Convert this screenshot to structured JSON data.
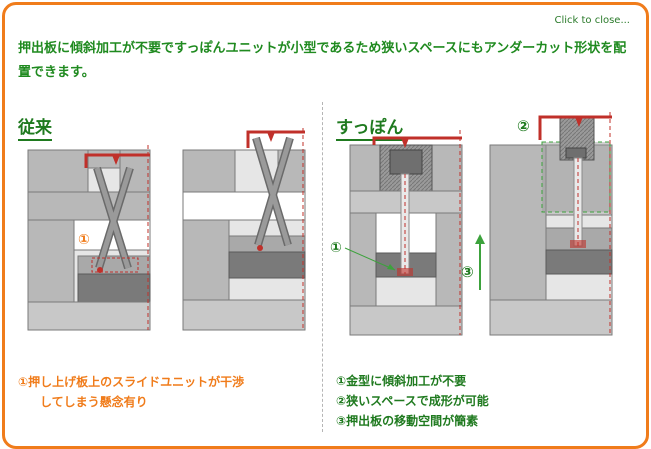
{
  "close_label": "Click to close...",
  "headline": "押出板に傾斜加工が不要ですっぽんユニットが小型であるため狭いスペースにもアンダーカット形状を配置できます。",
  "sections": {
    "conventional": "従来",
    "suppon": "すっぽん"
  },
  "markers": {
    "m1": "①",
    "m2": "②",
    "m3": "③"
  },
  "conventional_note": {
    "line1": "①押し上げ板上のスライドユニットが干渉",
    "line2": "してしまう懸念有り"
  },
  "suppon_notes": [
    "①金型に傾斜加工が不要",
    "②狭いスペースで成形が可能",
    "③押出板の移動空間が簡素"
  ],
  "colors": {
    "frame": "#f07c1b",
    "green_text": "#1f7a1f",
    "orange_text": "#f07c1b",
    "part_red": "#c0302a",
    "mold_gray": "#b8b8b8",
    "plate_dark": "#7a7a7a",
    "arrow_green": "#3ca23c"
  }
}
